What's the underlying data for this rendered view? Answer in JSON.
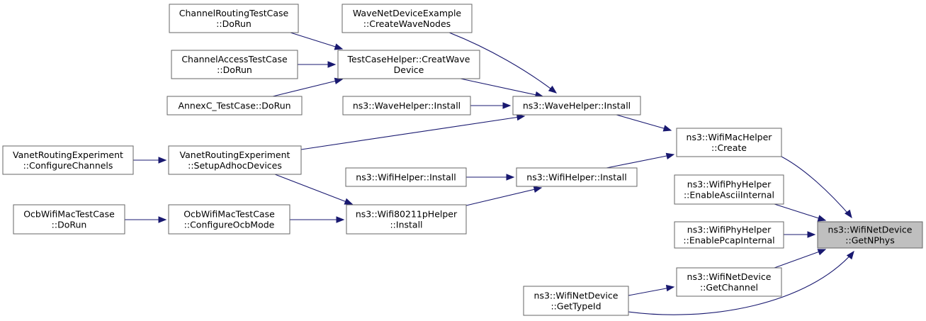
{
  "diagram": {
    "type": "call-graph",
    "colors": {
      "edge": "#191970",
      "node_border": "#666666",
      "node_fill": "#ffffff",
      "focus_fill": "#bfbfbf"
    },
    "nodes": [
      {
        "id": "n0",
        "lines": [
          "ns3::WifiNetDevice",
          "::GetNPhys"
        ],
        "focus": true
      },
      {
        "id": "n1",
        "lines": [
          "ns3::WifiMacHelper",
          "::Create"
        ]
      },
      {
        "id": "n2",
        "lines": [
          "ns3::WaveHelper::Install"
        ]
      },
      {
        "id": "n3",
        "lines": [
          "WaveNetDeviceExample",
          "::CreateWaveNodes"
        ]
      },
      {
        "id": "n4",
        "lines": [
          "TestCaseHelper::CreatWave",
          "Device"
        ]
      },
      {
        "id": "n5",
        "lines": [
          "ChannelRoutingTestCase",
          "::DoRun"
        ]
      },
      {
        "id": "n6",
        "lines": [
          "ChannelAccessTestCase",
          "::DoRun"
        ]
      },
      {
        "id": "n7",
        "lines": [
          "AnnexC_TestCase::DoRun"
        ]
      },
      {
        "id": "n8",
        "lines": [
          "ns3::WaveHelper::Install"
        ]
      },
      {
        "id": "n9",
        "lines": [
          "VanetRoutingExperiment",
          "::SetupAdhocDevices"
        ]
      },
      {
        "id": "n10",
        "lines": [
          "VanetRoutingExperiment",
          "::ConfigureChannels"
        ]
      },
      {
        "id": "n11",
        "lines": [
          "ns3::WifiHelper::Install"
        ]
      },
      {
        "id": "n12",
        "lines": [
          "ns3::WifiHelper::Install"
        ]
      },
      {
        "id": "n13",
        "lines": [
          "ns3::Wifi80211pHelper",
          "::Install"
        ]
      },
      {
        "id": "n14",
        "lines": [
          "OcbWifiMacTestCase",
          "::ConfigureOcbMode"
        ]
      },
      {
        "id": "n15",
        "lines": [
          "OcbWifiMacTestCase",
          "::DoRun"
        ]
      },
      {
        "id": "n16",
        "lines": [
          "ns3::WifiPhyHelper",
          "::EnableAsciiInternal"
        ]
      },
      {
        "id": "n17",
        "lines": [
          "ns3::WifiPhyHelper",
          "::EnablePcapInternal"
        ]
      },
      {
        "id": "n18",
        "lines": [
          "ns3::WifiNetDevice",
          "::GetChannel"
        ]
      },
      {
        "id": "n19",
        "lines": [
          "ns3::WifiNetDevice",
          "::GetTypeId"
        ]
      }
    ],
    "edges": [
      {
        "from": "n1",
        "to": "n0"
      },
      {
        "from": "n2",
        "to": "n1"
      },
      {
        "from": "n3",
        "to": "n2"
      },
      {
        "from": "n4",
        "to": "n2"
      },
      {
        "from": "n5",
        "to": "n4"
      },
      {
        "from": "n6",
        "to": "n4"
      },
      {
        "from": "n7",
        "to": "n4"
      },
      {
        "from": "n8",
        "to": "n2"
      },
      {
        "from": "n9",
        "to": "n2"
      },
      {
        "from": "n10",
        "to": "n9"
      },
      {
        "from": "n11",
        "to": "n1"
      },
      {
        "from": "n12",
        "to": "n11"
      },
      {
        "from": "n13",
        "to": "n11"
      },
      {
        "from": "n9",
        "to": "n13"
      },
      {
        "from": "n14",
        "to": "n13"
      },
      {
        "from": "n15",
        "to": "n14"
      },
      {
        "from": "n16",
        "to": "n0"
      },
      {
        "from": "n17",
        "to": "n0"
      },
      {
        "from": "n18",
        "to": "n0"
      },
      {
        "from": "n19",
        "to": "n0"
      },
      {
        "from": "n19",
        "to": "n18"
      }
    ]
  }
}
